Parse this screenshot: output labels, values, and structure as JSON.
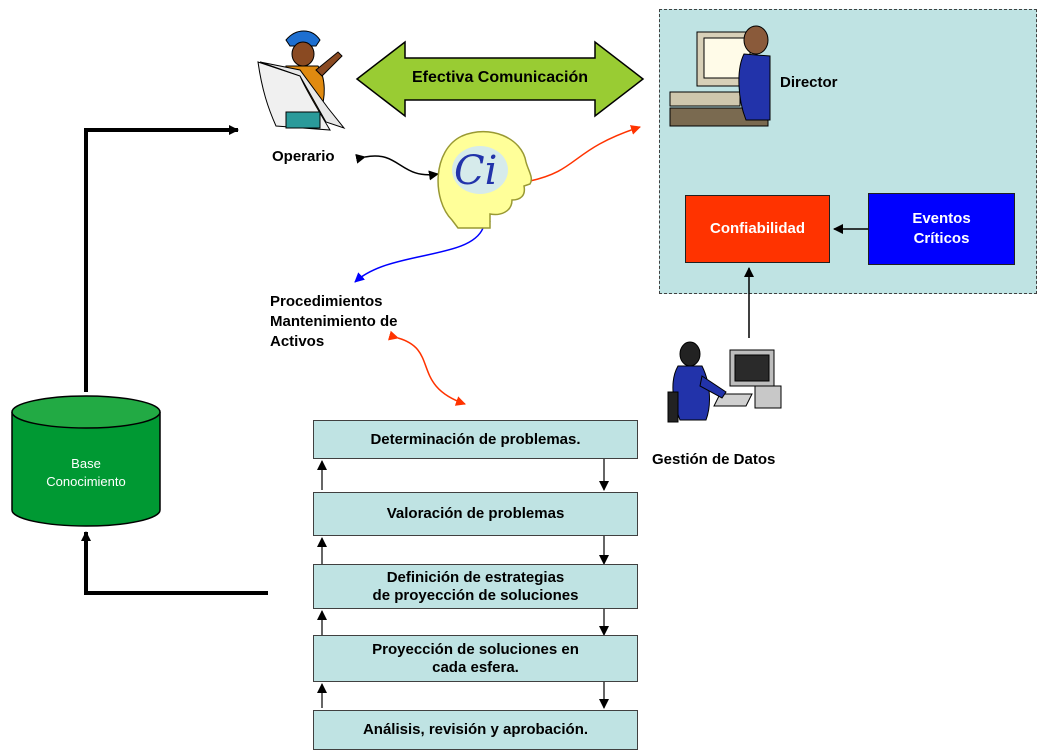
{
  "header_arrow": {
    "label": "Efectiva Comunicación",
    "color": "#99cc33"
  },
  "operario": {
    "label": "Operario"
  },
  "director": {
    "label": "Director"
  },
  "gestion": {
    "label": "Gestión de Datos"
  },
  "ci_icon": {
    "text": "Ci"
  },
  "procedimientos": {
    "line1": "Procedimientos",
    "line2": "Mantenimiento de",
    "line3": "Activos"
  },
  "confiabilidad": {
    "label": "Confiabilidad",
    "color": "#ff3300"
  },
  "eventos": {
    "line1": "Eventos",
    "line2": "Críticos",
    "color": "#0000ff"
  },
  "base": {
    "line1": "Base",
    "line2": "Conocimiento",
    "color": "#009933"
  },
  "steps": [
    {
      "line1": "Determinación de problemas.",
      "line2": ""
    },
    {
      "line1": "Valoración de problemas",
      "line2": ""
    },
    {
      "line1": "Definición de estrategias",
      "line2": "de proyección de soluciones"
    },
    {
      "line1": "Proyección de soluciones en",
      "line2": "cada esfera."
    },
    {
      "line1": "Análisis, revisión y aprobación.",
      "line2": ""
    }
  ]
}
